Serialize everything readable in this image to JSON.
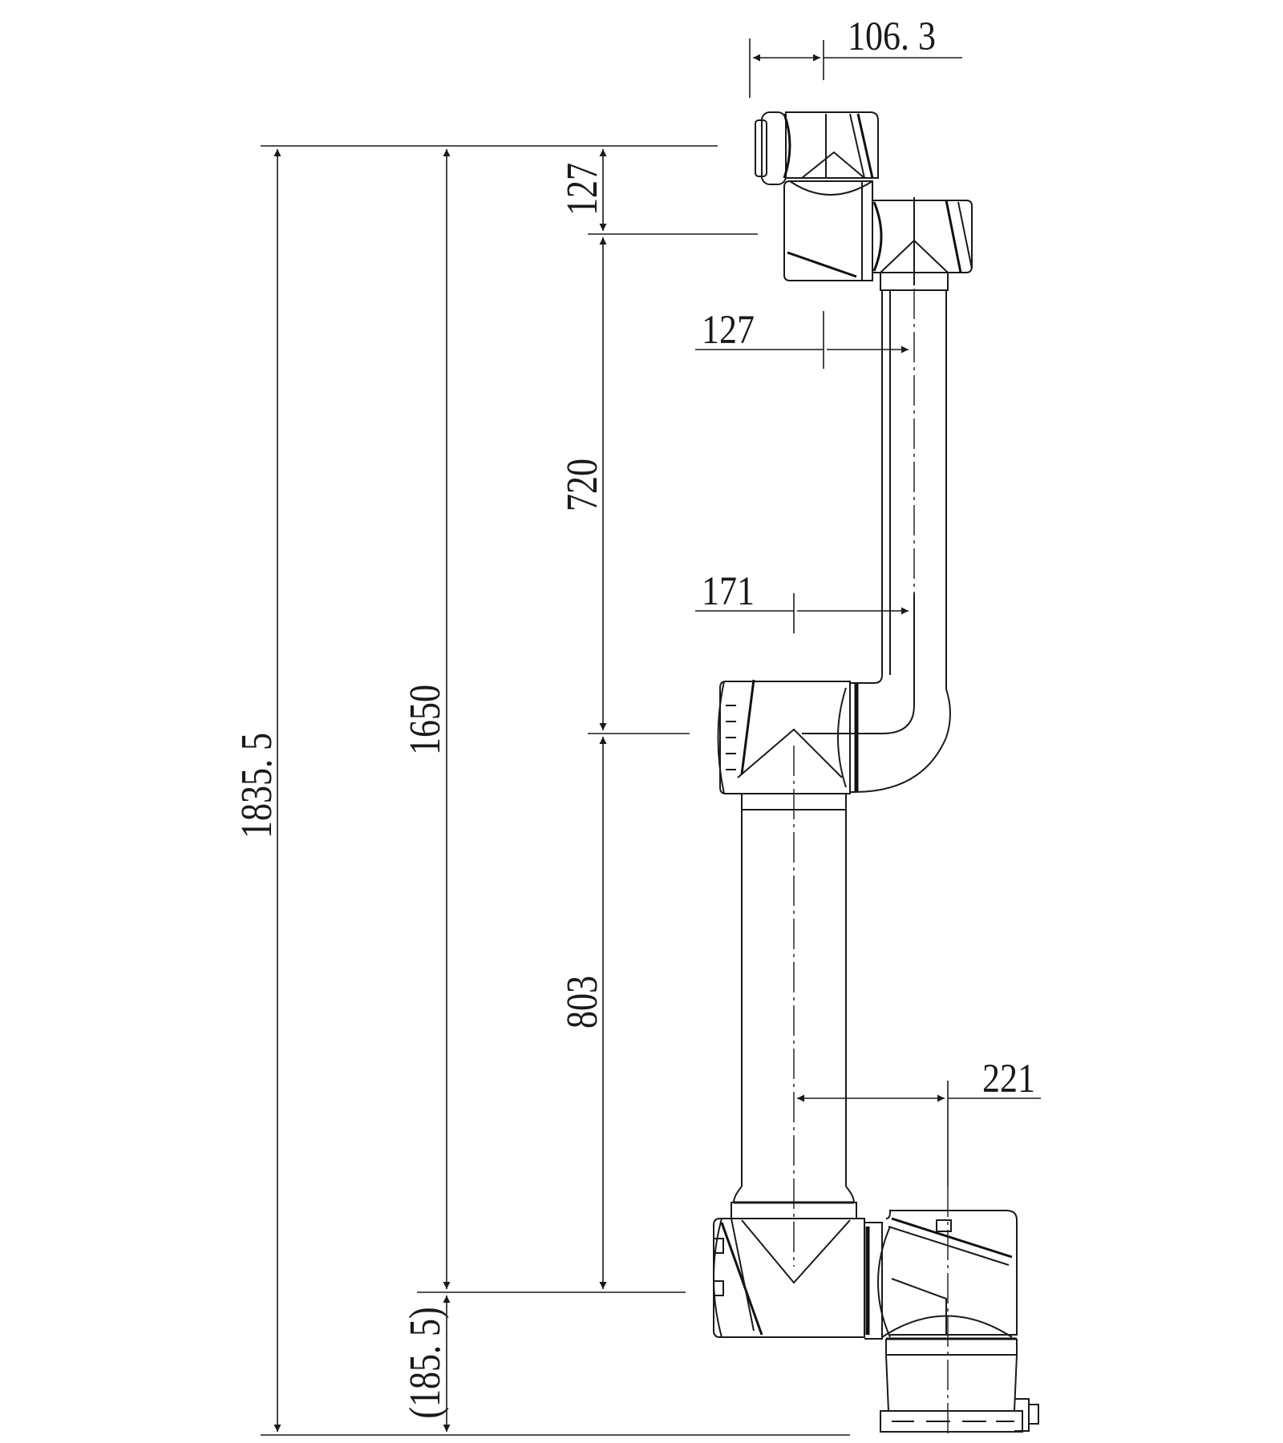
{
  "dimensions": {
    "total_height": "1835. 5",
    "reach_height": "1650",
    "base_height": "(185. 5)",
    "wrist3_height": "127",
    "forearm_length": "720",
    "upper_arm_length": "803",
    "tool_offset": "106. 3",
    "wrist_offset": "127",
    "elbow_offset": "171",
    "shoulder_offset": "221"
  },
  "colors": {
    "line": "#1a1a1a",
    "background": "#ffffff"
  }
}
